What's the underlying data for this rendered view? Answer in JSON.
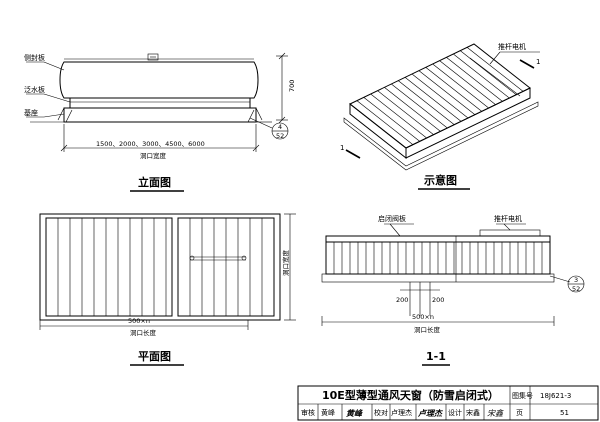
{
  "elevation": {
    "labels": {
      "side_panel": "侧封板",
      "flashing": "泛水板",
      "base": "基座"
    },
    "height_dim": "700",
    "width_dims": "1500、2000、3000、4500、6000",
    "opening_width": "洞口宽度",
    "detail_ref": {
      "num": "4",
      "sheet": "52"
    },
    "caption": "立面图"
  },
  "schematic": {
    "motor_label": "推杆电机",
    "section_mark": "1",
    "caption": "示意图"
  },
  "plan": {
    "length_dim": "500×n",
    "opening_length": "洞口长度",
    "opening_width": "洞口宽度",
    "caption": "平面图"
  },
  "section": {
    "damper_label": "启闭阀板",
    "motor_label": "推杆电机",
    "dim_a": "200",
    "dim_b": "200",
    "length_dim": "500×n",
    "opening_length": "洞口长度",
    "detail_ref": {
      "num": "3",
      "sheet": "52"
    },
    "caption": "1-1"
  },
  "title_block": {
    "title": "10E型薄型通风天窗（防雪启闭式）",
    "atlas_label": "图集号",
    "atlas_no": "18J621-3",
    "review_label": "审核",
    "reviewer": "黄峰",
    "review_sign": "黄峰",
    "check_label": "校对",
    "checker": "卢理杰",
    "check_sign": "卢理杰",
    "design_label": "设计",
    "designer": "宋鑫",
    "design_sign": "宋鑫",
    "page_label": "页",
    "page_no": "51"
  }
}
